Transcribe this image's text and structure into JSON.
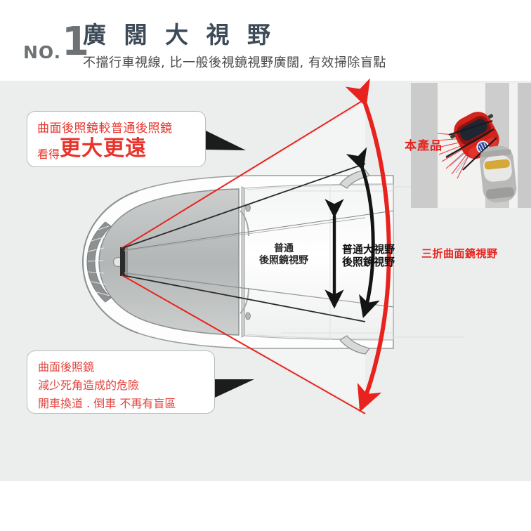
{
  "header": {
    "no_prefix": "NO.",
    "no_number": "1",
    "title": "廣 闊 大 視 野",
    "subtitle": "不擋行車視線, 比一般後視鏡視野廣闊, 有效掃除盲點",
    "title_color": "#3d4b59",
    "number_color": "#6d7275"
  },
  "callouts": {
    "top": {
      "line1": "曲面後照鏡較普通後照鏡",
      "line2_small": "看得",
      "line2_big": "更大更遠",
      "text_color": "#e8342c"
    },
    "bottom": {
      "line1": "曲面後照鏡",
      "line2": "減少死角造成的危險",
      "line3": "開車換道 . 倒車 不再有盲區",
      "text_color": "#e0453f"
    }
  },
  "diagram": {
    "label_normal_line1": "普通",
    "label_normal_line2": "後照鏡視野",
    "label_wide_line1": "普通大視野",
    "label_wide_line2": "後照鏡視野",
    "label_triple": "三折曲面鏡視野",
    "label_product": "本產品",
    "colors": {
      "red": "#e8231e",
      "black": "#111111",
      "car_body": "#b9bbbb",
      "car_outline": "#8d9090",
      "panel_bg": "#ebeeed",
      "bubble_border": "#b9bcbc"
    }
  }
}
